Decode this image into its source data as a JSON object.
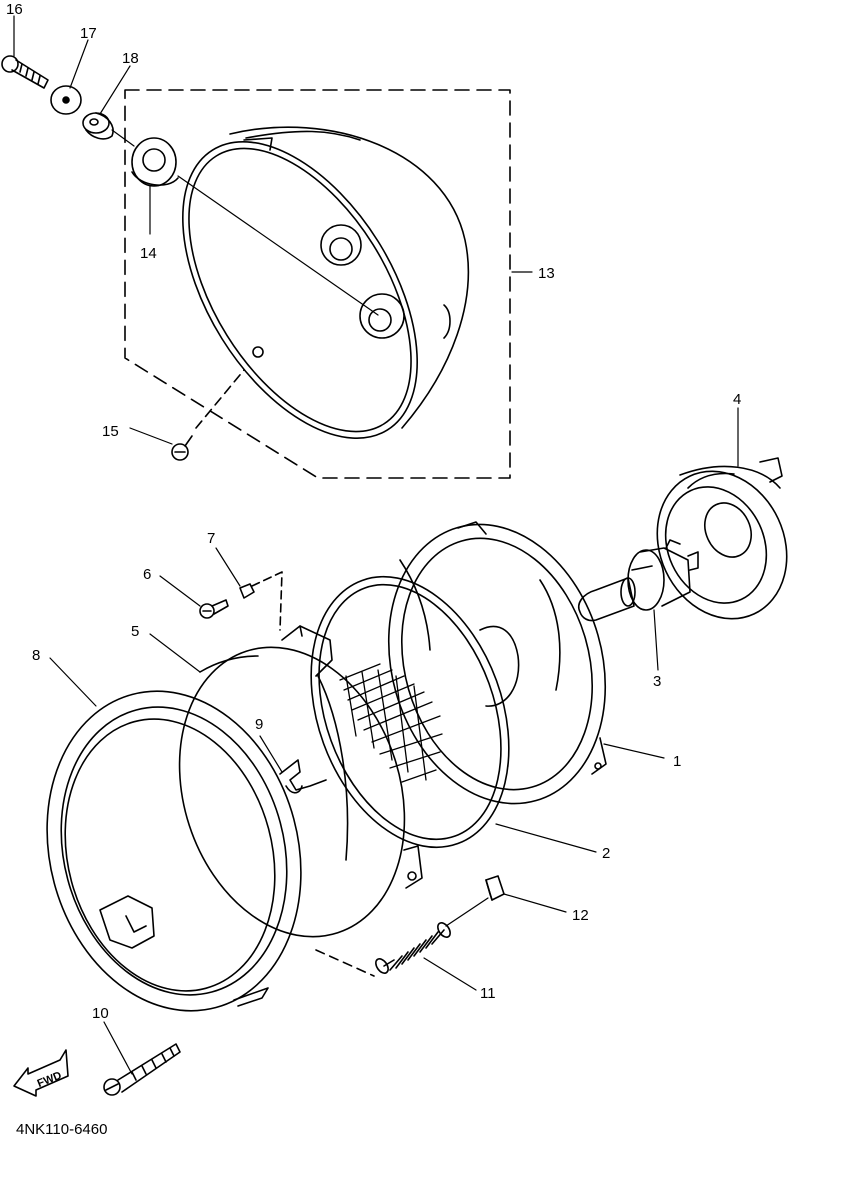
{
  "callouts": {
    "c1": "1",
    "c2": "2",
    "c3": "3",
    "c4": "4",
    "c5": "5",
    "c6": "6",
    "c7": "7",
    "c8": "8",
    "c9": "9",
    "c10": "10",
    "c11": "11",
    "c12": "12",
    "c13": "13",
    "c14": "14",
    "c15": "15",
    "c16": "16",
    "c17": "17",
    "c18": "18"
  },
  "fwd_label": "FWD",
  "part_code": "4NK110-6460",
  "colors": {
    "line": "#000000",
    "background": "#ffffff",
    "dark_fill": "#111111"
  }
}
